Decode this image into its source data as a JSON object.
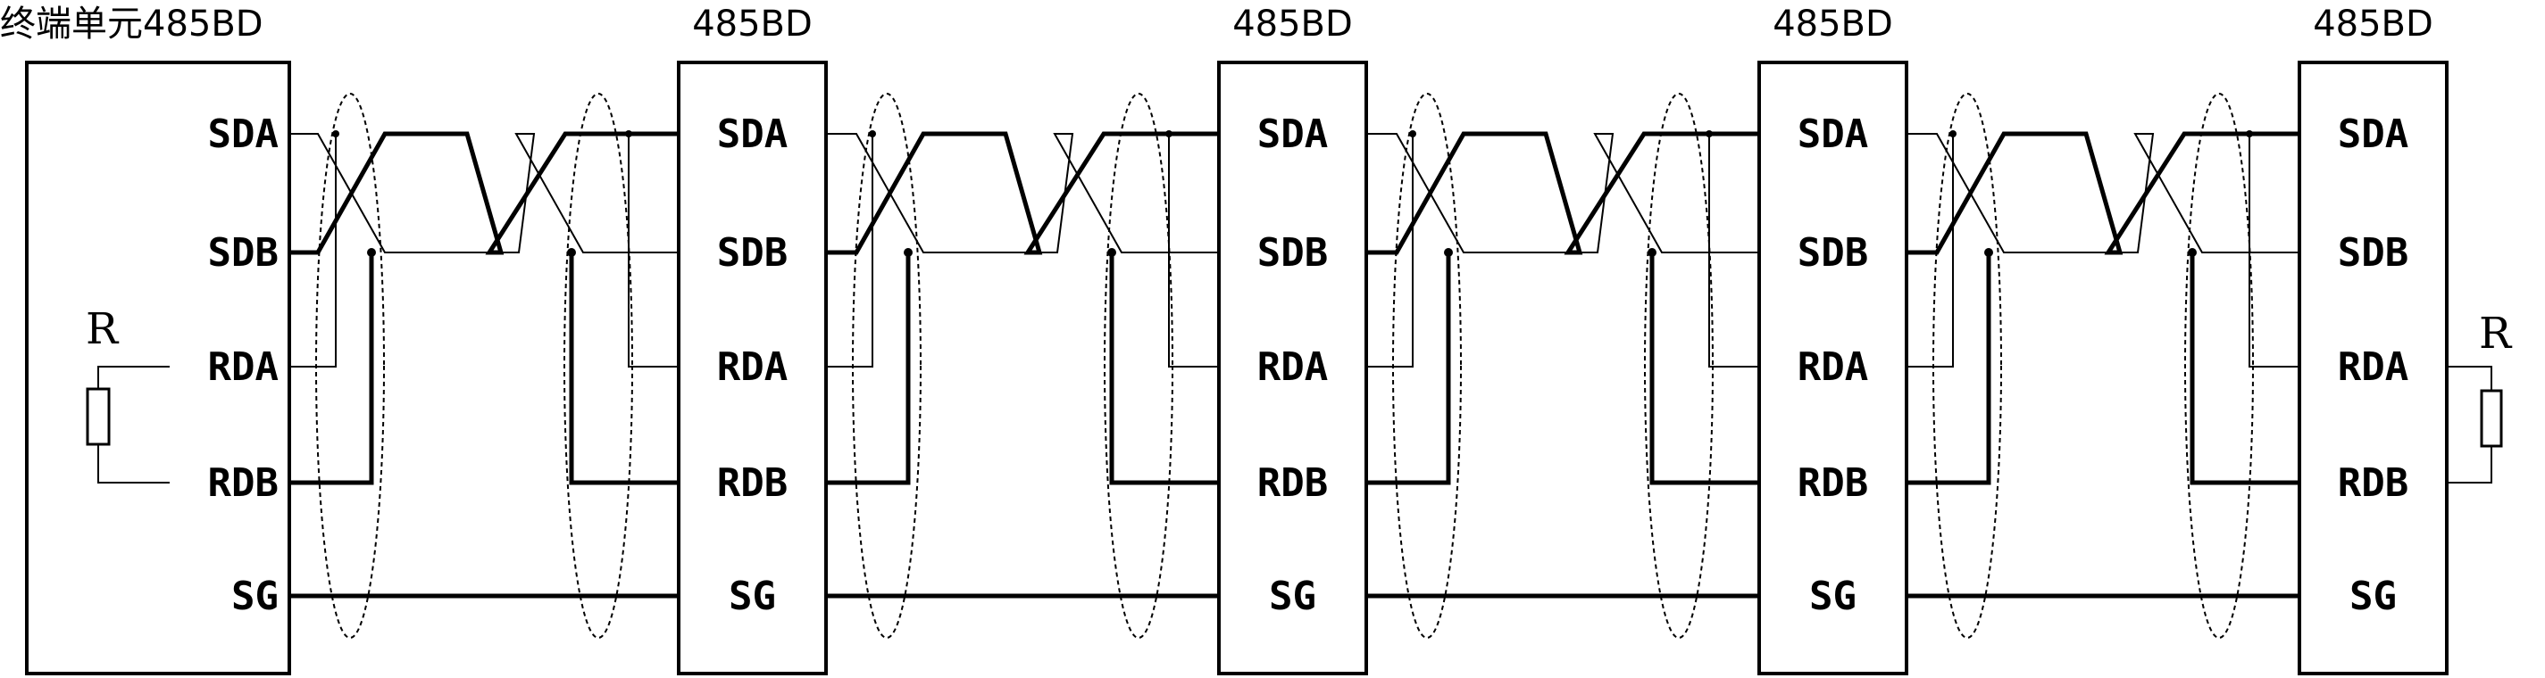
{
  "units": [
    {
      "title": "终端单元485BD",
      "pins": [
        "SDA",
        "SDB",
        "RDA",
        "RDB",
        "SG"
      ]
    },
    {
      "title": "485BD",
      "pins": [
        "SDA",
        "SDB",
        "RDA",
        "RDB",
        "SG"
      ]
    },
    {
      "title": "485BD",
      "pins": [
        "SDA",
        "SDB",
        "RDA",
        "RDB",
        "SG"
      ]
    },
    {
      "title": "485BD",
      "pins": [
        "SDA",
        "SDB",
        "RDA",
        "RDB",
        "SG"
      ]
    },
    {
      "title": "485BD",
      "pins": [
        "SDA",
        "SDB",
        "RDA",
        "RDB",
        "SG"
      ]
    }
  ],
  "resistors": [
    {
      "label": "R",
      "side": "left",
      "unit": 0
    },
    {
      "label": "R",
      "side": "right",
      "unit": 4
    }
  ]
}
